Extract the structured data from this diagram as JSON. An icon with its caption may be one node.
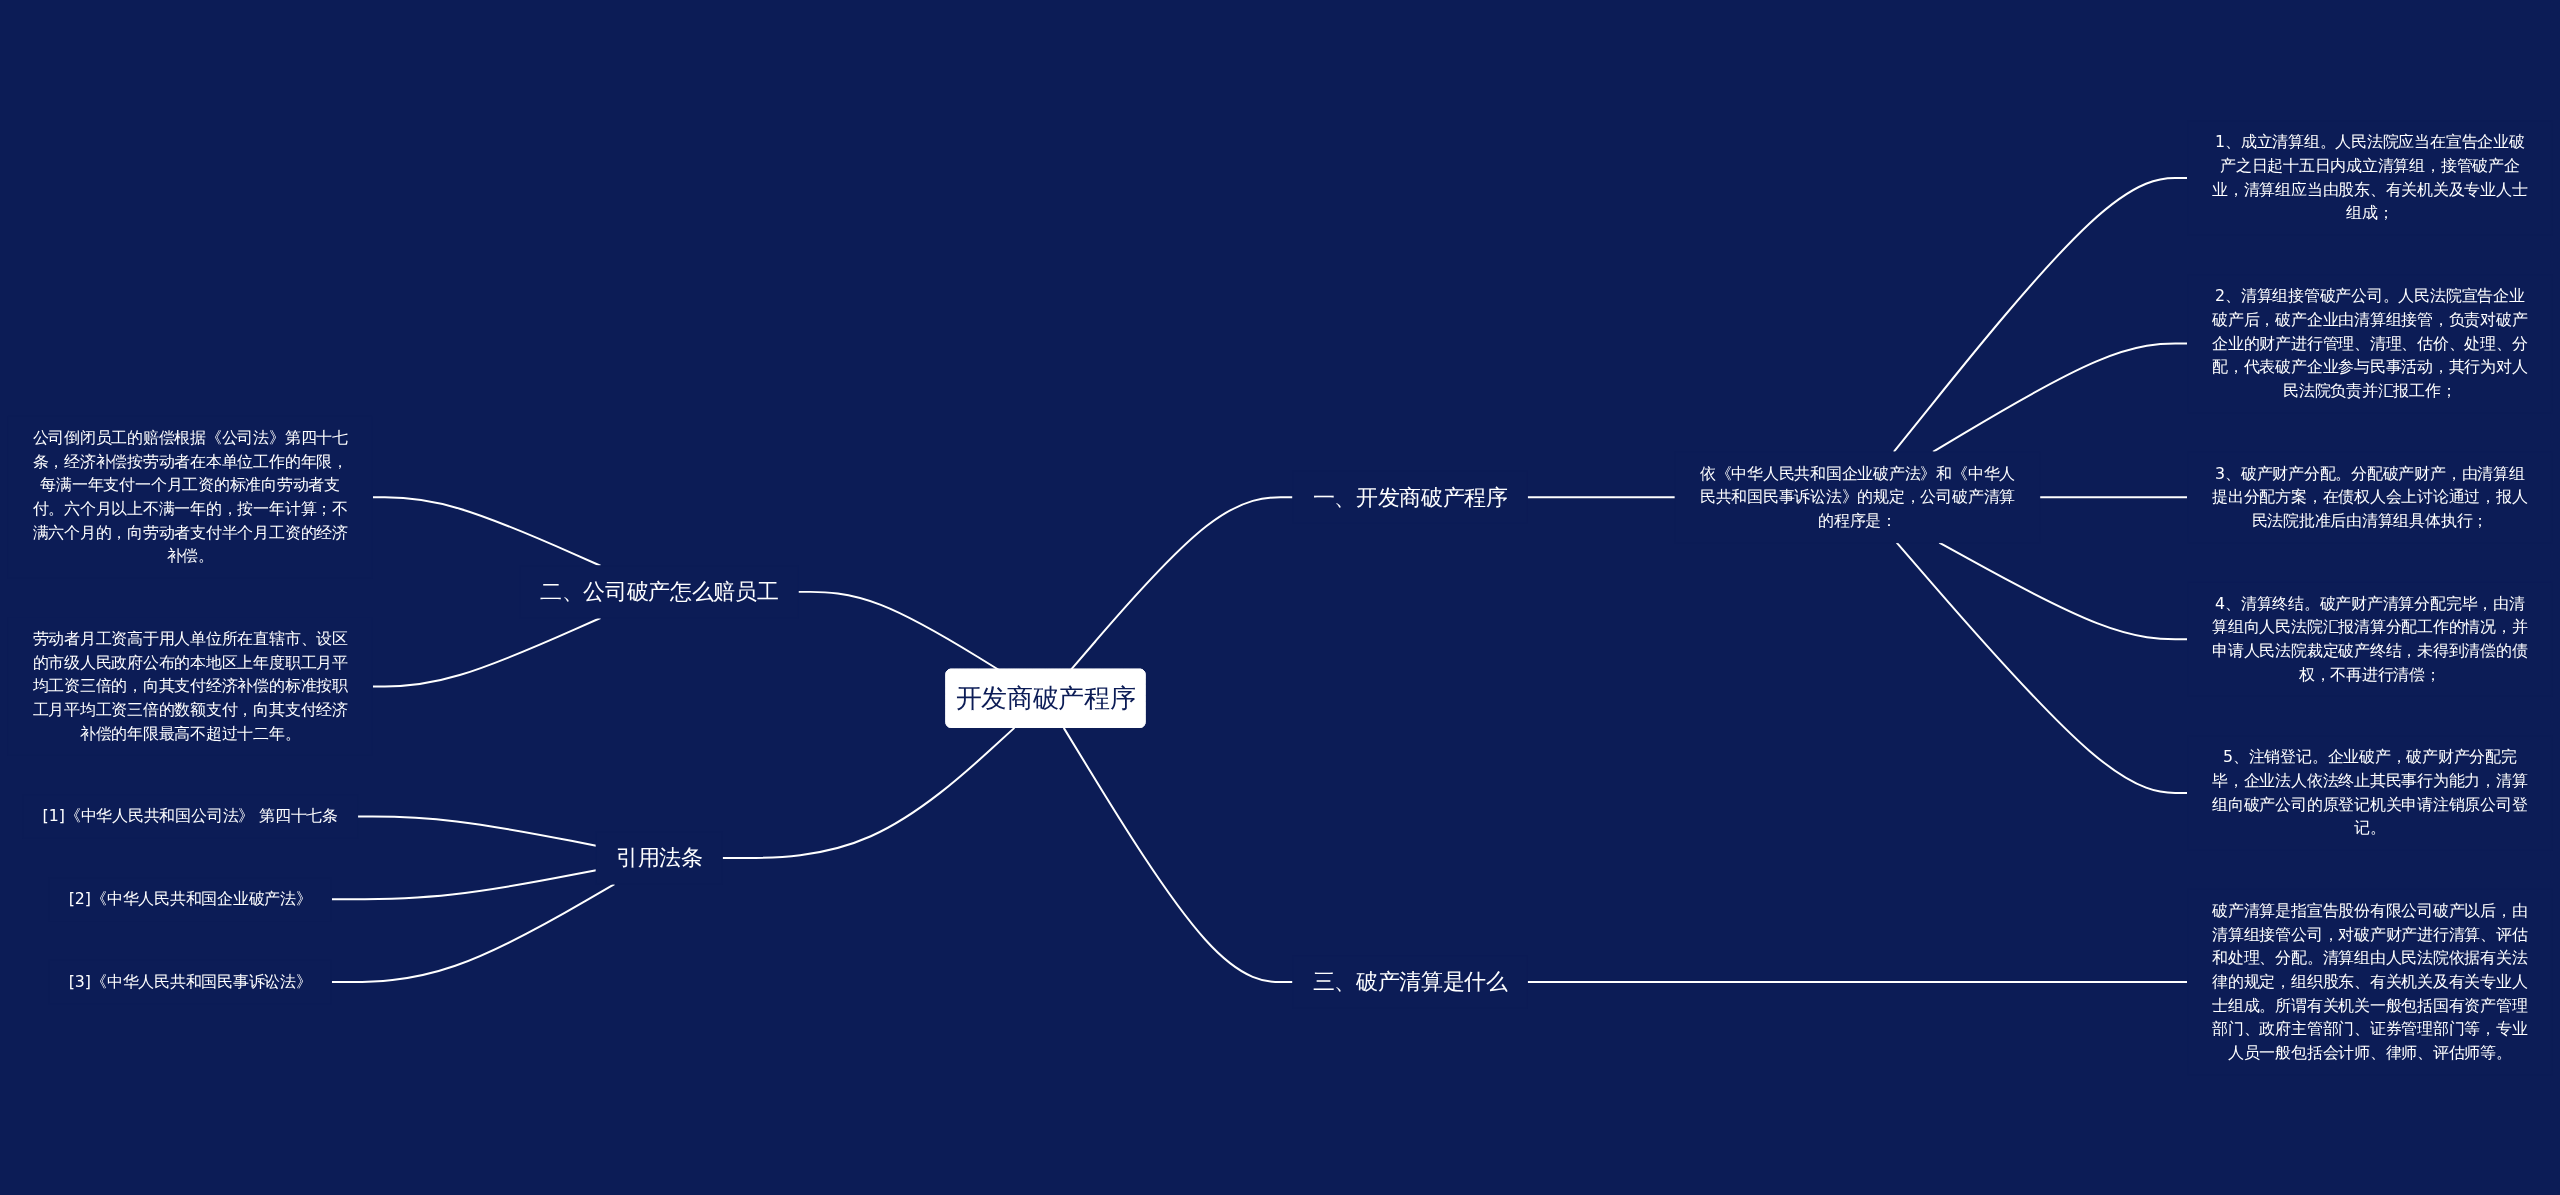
{
  "diagram": {
    "nodes": [
      {
        "text": [
          "开发商破产程序"
        ]
      },
      {
        "text": [
          "一、开发商破产程序"
        ]
      },
      {
        "text": [
          "依《中华人民共和国企业破产法》和《中华人民共和国民事诉讼法》的规定，公司破产清算的程序是："
        ]
      },
      {
        "text": [
          "1、成立清算组。人民法院应当在宣告企业破产之日起十五日内成立清算组，接管破产企业，清算组应当由股东、有关机关及专业人士组成；"
        ]
      },
      {
        "text": [
          "2、清算组接管破产公司。人民法院宣告企业破产后，破产企业由清算组接管，负责对破产企业的财产进行管理、清理、估价、处理、分配，代表破产企业参与民事活动，其行为对人民法院负责并汇报工作；"
        ]
      },
      {
        "text": [
          "3、破产财产分配。分配破产财产，由清算组提出分配方案，在债权人会上讨论通过，报人民法院批准后由清算组具体执行；"
        ]
      },
      {
        "text": [
          "4、清算终结。破产财产清算分配完毕，由清算组向人民法院汇报清算分配工作的情况，并申请人民法院裁定破产终结，未得到清偿的债权，不再进行清偿；"
        ]
      },
      {
        "text": [
          "5、注销登记。企业破产，破产财产分配完毕，企业法人依法终止其民事行为能力，清算组向破产公司的原登记机关申请注销原公司登记。"
        ]
      },
      {
        "text": [
          "二、公司破产怎么赔员工"
        ]
      },
      {
        "text": [
          "公司倒闭员工的赔偿根据《公司法》第四十七条，经济补偿按劳动者在本单位工作的年限，每满一年支付一个月工资的标准向劳动者支付。六个月以上不满一年的，按一年计算；不满六个月的，向劳动者支付半个月工资的经济补偿。"
        ]
      },
      {
        "text": [
          "劳动者月工资高于用人单位所在直辖市、设区的市级人民政府公布的本地区上年度职工月平均工资三倍的，向其支付经济补偿的标准按职工月平均工资三倍的数额支付，向其支付经济补偿的年限最高不超过十二年。"
        ]
      },
      {
        "text": [
          "引用法条"
        ]
      },
      {
        "text": [
          "[1]《中华人民共和国公司法》 第四十七条"
        ]
      },
      {
        "text": [
          "[2]《中华人民共和国企业破产法》"
        ]
      },
      {
        "text": [
          "[3]《中华人民共和国民事诉讼法》"
        ]
      },
      {
        "text": [
          "三、破产清算是什么"
        ]
      },
      {
        "text": [
          "破产清算是指宣告股份有限公司破产以后，由清算组接管公司，对破产财产进行清算、评估和处理、分配。清算组由人民法院依据有关法律的规定，组织股东、有关机关及有关专业人士组成。所谓有关机关一般包括国有资产管理部门、政府主管部门、证券管理部门等，专业人员一般包括会计师、律师、评估师等。"
        ]
      }
    ],
    "edges": [
      {
        "from": 9,
        "to": 8,
        "arrow": "none"
      },
      {
        "from": 10,
        "to": 8,
        "arrow": "none"
      },
      {
        "from": 8,
        "to": 0,
        "arrow": "none"
      },
      {
        "from": 12,
        "to": 11,
        "arrow": "none"
      },
      {
        "from": 13,
        "to": 11,
        "arrow": "none"
      },
      {
        "from": 14,
        "to": 11,
        "arrow": "none"
      },
      {
        "from": 11,
        "to": 0,
        "arrow": "none"
      },
      {
        "from": 0,
        "to": 1,
        "arrow": "none"
      },
      {
        "from": 1,
        "to": 2,
        "arrow": "none"
      },
      {
        "from": 2,
        "to": 3,
        "arrow": "none"
      },
      {
        "from": 2,
        "to": 4,
        "arrow": "none"
      },
      {
        "from": 2,
        "to": 5,
        "arrow": "none"
      },
      {
        "from": 2,
        "to": 6,
        "arrow": "none"
      },
      {
        "from": 2,
        "to": 7,
        "arrow": "none"
      },
      {
        "from": 0,
        "to": 15,
        "arrow": "none"
      },
      {
        "from": 15,
        "to": 16,
        "arrow": "none"
      }
    ]
  }
}
